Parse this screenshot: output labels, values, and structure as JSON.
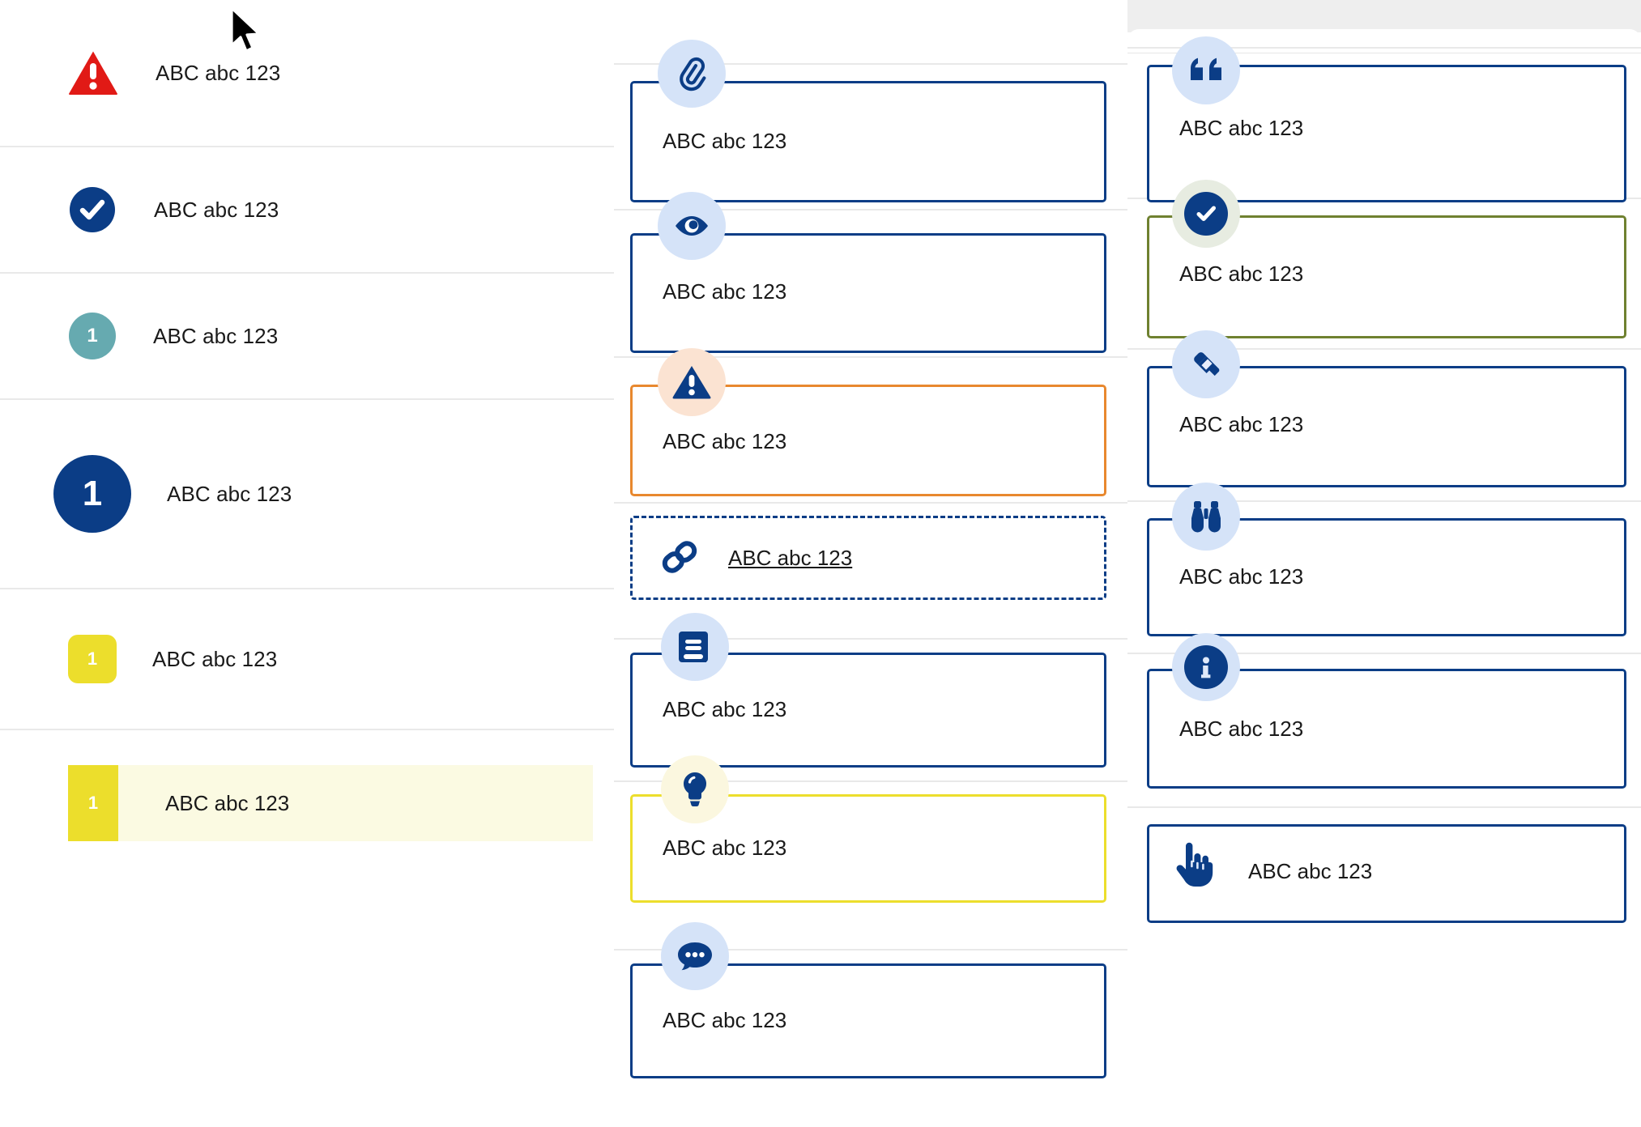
{
  "sample_text": "ABC abc 123",
  "left_panel": {
    "rows": [
      {
        "id": "alert",
        "icon": "warning-triangle-icon",
        "label": "ABC abc 123",
        "badge": "",
        "color": "#e11a16"
      },
      {
        "id": "success",
        "icon": "check-circle-icon",
        "label": "ABC abc 123",
        "badge": "",
        "color": "#0b3d86"
      },
      {
        "id": "step-teal",
        "icon": "number-circle-icon",
        "label": "ABC abc 123",
        "badge": "1",
        "color": "#66aab0"
      },
      {
        "id": "step-large",
        "icon": "number-circle-large-icon",
        "label": "ABC abc 123",
        "badge": "1",
        "color": "#0b3d86"
      },
      {
        "id": "step-yellow",
        "icon": "number-square-icon",
        "label": "ABC abc 123",
        "badge": "1",
        "color": "#ecde2c"
      },
      {
        "id": "step-yellow-selected",
        "icon": "number-square-icon",
        "label": "ABC abc 123",
        "badge": "1",
        "color": "#ecde2c"
      }
    ]
  },
  "middle_column": {
    "cards": [
      {
        "id": "attachment",
        "icon": "paperclip-icon",
        "label": "ABC abc 123",
        "border": "#0b3d86",
        "badge_bg": "#d5e3f8",
        "style": "solid"
      },
      {
        "id": "observe",
        "icon": "eye-icon",
        "label": "ABC abc 123",
        "border": "#0b3d86",
        "badge_bg": "#d5e3f8",
        "style": "solid"
      },
      {
        "id": "warning",
        "icon": "warning-triangle-icon",
        "label": "ABC abc 123",
        "border": "#e8882e",
        "badge_bg": "#fbe3d2",
        "style": "solid"
      },
      {
        "id": "link",
        "icon": "link-icon",
        "label": "ABC abc 123",
        "border": "#0b3d86",
        "badge_bg": "none",
        "style": "dashed"
      },
      {
        "id": "reference",
        "icon": "book-icon",
        "label": "ABC abc 123",
        "border": "#0b3d86",
        "badge_bg": "#d5e3f8",
        "style": "solid"
      },
      {
        "id": "tip",
        "icon": "lightbulb-icon",
        "label": "ABC abc 123",
        "border": "#ecde2c",
        "badge_bg": "#fbf7df",
        "style": "solid"
      },
      {
        "id": "comment",
        "icon": "speech-bubble-icon",
        "label": "ABC abc 123",
        "border": "#0b3d86",
        "badge_bg": "#d5e3f8",
        "style": "solid"
      }
    ]
  },
  "right_column": {
    "cards": [
      {
        "id": "quote",
        "icon": "quote-icon",
        "label": "ABC abc 123",
        "border": "#0b3d86",
        "badge_bg": "#d5e3f8",
        "style": "solid"
      },
      {
        "id": "success",
        "icon": "check-circle-icon",
        "label": "ABC abc 123",
        "border": "#6f8130",
        "badge_bg": "#e7ece1",
        "style": "solid"
      },
      {
        "id": "edit",
        "icon": "pencil-icon",
        "label": "ABC abc 123",
        "border": "#0b3d86",
        "badge_bg": "#d5e3f8",
        "style": "solid"
      },
      {
        "id": "explore",
        "icon": "binoculars-icon",
        "label": "ABC abc 123",
        "border": "#0b3d86",
        "badge_bg": "#d5e3f8",
        "style": "solid"
      },
      {
        "id": "info",
        "icon": "info-circle-icon",
        "label": "ABC abc 123",
        "border": "#0b3d86",
        "badge_bg": "#d5e3f8",
        "style": "solid"
      },
      {
        "id": "action",
        "icon": "hand-pointer-icon",
        "label": "ABC abc 123",
        "border": "#0b3d86",
        "badge_bg": "none",
        "style": "solid"
      }
    ]
  },
  "cursor": {
    "name": "mouse-pointer"
  }
}
